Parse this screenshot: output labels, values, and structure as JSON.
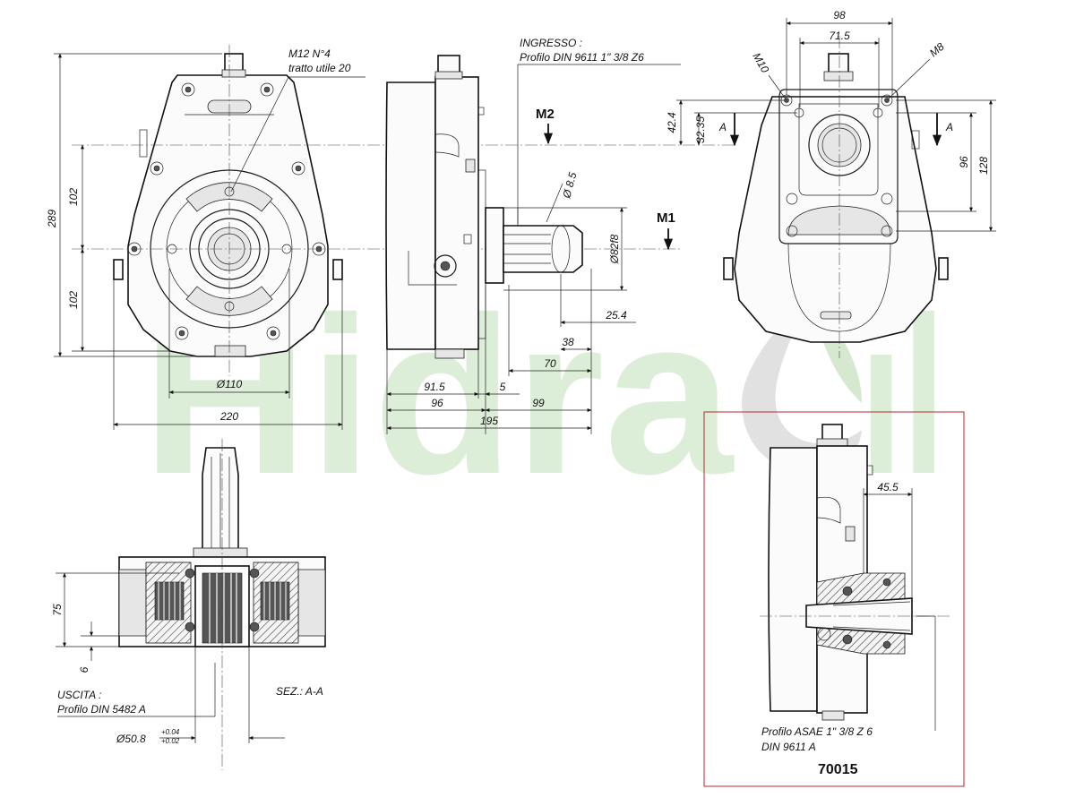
{
  "watermark": {
    "text": "Hidra",
    "suffix": "il",
    "color": "#d8ecd2",
    "drop_color": "#d9d9d9"
  },
  "labels": {
    "m12_line1": "M12 N°4",
    "m12_line2": "tratto utile 20",
    "ingresso_line1": "INGRESSO :",
    "ingresso_line2": "Profilo DIN 9611 1\" 3/8 Z6",
    "m2": "M2",
    "m1": "M1",
    "m10": "M10",
    "m8": "M8",
    "a_left": "A",
    "a_right": "A",
    "uscita_line1": "USCITA :",
    "uscita_line2": "Profilo DIN 5482 A",
    "section": "SEZ.: A-A",
    "tol_upper": "+0.04",
    "tol_lower": "+0.02",
    "asae_line1": "Profilo ASAE 1\" 3/8 Z 6",
    "asae_line2": "DIN 9611 A",
    "model_code": "70015"
  },
  "dimensions": {
    "d289": "289",
    "d102_top": "102",
    "d102_bottom": "102",
    "d110": "Ø110",
    "d220": "220",
    "d8_5": "Ø 8.5",
    "d82": "Ø82f8",
    "d25_4": "25.4",
    "d38": "38",
    "d70": "70",
    "d91_5": "91.5",
    "d5": "5",
    "d96_h": "96",
    "d99": "99",
    "d195": "195",
    "d98": "98",
    "d71_5": "71.5",
    "d42_4": "42.4",
    "d32_35": "32.35",
    "d96_v": "96",
    "d128": "128",
    "d75": "75",
    "d6": "6",
    "d50_8": "Ø50.8",
    "d45_5": "45.5"
  },
  "colors": {
    "line": "#111111",
    "frame": "#b02a2a",
    "paper": "#ffffff"
  }
}
